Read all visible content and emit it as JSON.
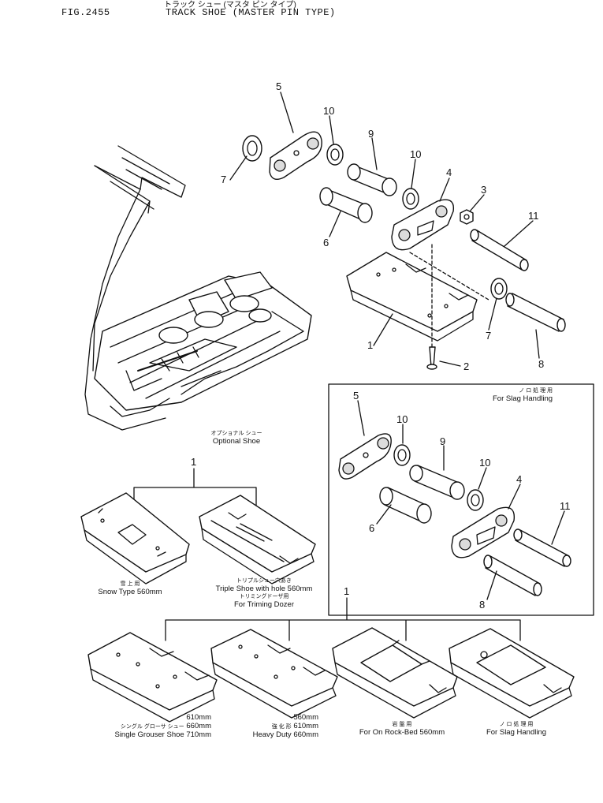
{
  "header": {
    "fig": "FIG.2455",
    "title_jp": "トラック シュー (マスタ ピン タイプ)",
    "title": "TRACK SHOE (MASTER PIN TYPE)"
  },
  "callouts": {
    "main": [
      "5",
      "10",
      "9",
      "10",
      "4",
      "3",
      "11",
      "7",
      "6",
      "7",
      "1",
      "2",
      "8"
    ],
    "inset": [
      "5",
      "10",
      "9",
      "10",
      "4",
      "11",
      "6",
      "8"
    ],
    "options": [
      "1",
      "1"
    ]
  },
  "inset": {
    "jp": "ノ ロ 処 理 用",
    "label": "For Slag Handling"
  },
  "optional": {
    "jp": "オプショナル シュー",
    "label": "Optional Shoe"
  },
  "shoes": {
    "snow": {
      "jp": "雪 上 用",
      "label": "Snow Type 560mm"
    },
    "triple": {
      "jp": "トリプルシュー穴あき",
      "label": "Triple Shoe with hole 560mm",
      "jp2": "トリミングドーザ用",
      "label2": "For Triming Dozer"
    },
    "single": {
      "jp": "シングル グローサ シュー",
      "sizes": [
        "610mm",
        "660mm"
      ],
      "label": "Single Grouser Shoe 710mm"
    },
    "heavy": {
      "jp": "強 化 形",
      "sizes": [
        "560mm",
        "610mm"
      ],
      "label": "Heavy Duty 660mm"
    },
    "rock": {
      "jp": "岩 盤 用",
      "label": "For On Rock-Bed 560mm"
    },
    "slag": {
      "jp": "ノ ロ 処 理 用",
      "label": "For Slag Handling"
    }
  }
}
